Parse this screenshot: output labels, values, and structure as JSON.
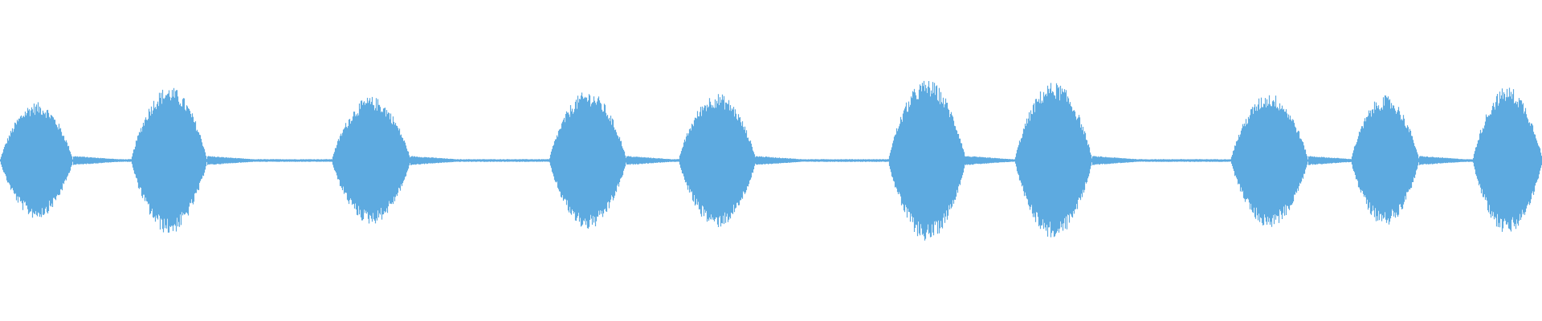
{
  "waveform": {
    "color": "#5DAAE0",
    "background": "#FFFFFF",
    "baseline_level": 0.012,
    "bursts": [
      {
        "start": 0.0,
        "end": 0.047,
        "peak": 0.52
      },
      {
        "start": 0.085,
        "end": 0.134,
        "peak": 0.66
      },
      {
        "start": 0.215,
        "end": 0.266,
        "peak": 0.57
      },
      {
        "start": 0.356,
        "end": 0.406,
        "peak": 0.62
      },
      {
        "start": 0.44,
        "end": 0.49,
        "peak": 0.6
      },
      {
        "start": 0.576,
        "end": 0.626,
        "peak": 0.72
      },
      {
        "start": 0.658,
        "end": 0.708,
        "peak": 0.7
      },
      {
        "start": 0.798,
        "end": 0.848,
        "peak": 0.6
      },
      {
        "start": 0.876,
        "end": 0.92,
        "peak": 0.58
      },
      {
        "start": 0.955,
        "end": 1.0,
        "peak": 0.66
      }
    ]
  }
}
